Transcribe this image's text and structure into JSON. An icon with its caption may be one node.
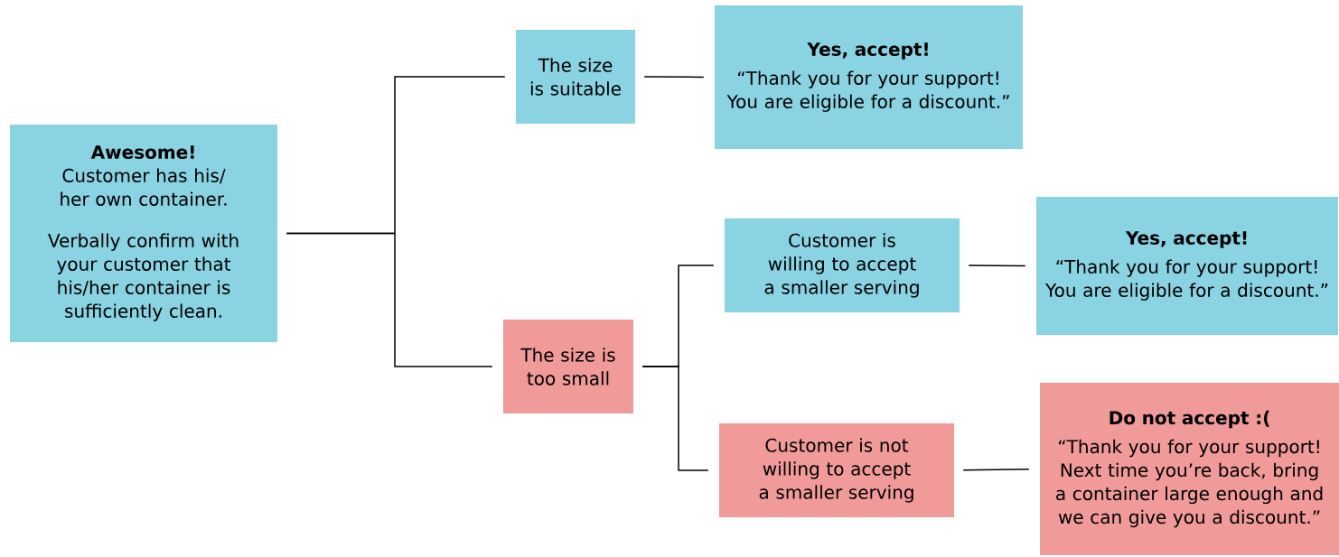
{
  "diagram": {
    "nodes": [
      {
        "text": [
          "Awesome!",
          "Customer has his/ her own container.",
          "Verbally confirm with your customer that his/her container is sufficiently clean."
        ]
      },
      {
        "text": [
          "The size is suitable"
        ]
      },
      {
        "text": [
          "Yes, accept!",
          "“Thank you for your support! You are eligible for a discount.”"
        ]
      },
      {
        "text": [
          "The size is too small"
        ]
      },
      {
        "text": [
          "Customer is willing to accept a smaller serving"
        ]
      },
      {
        "text": [
          "Yes, accept!",
          "“Thank you for your support! You are eligible for a discount.”"
        ]
      },
      {
        "text": [
          "Customer is not willing to accept a smaller serving"
        ]
      },
      {
        "text": [
          "Do not accept :(",
          "“Thank you for your support! Next time you’re back, bring a container large enough and we can give you a discount.”"
        ]
      }
    ],
    "edges": [
      {
        "from": 0,
        "to": 1,
        "arrow": "none"
      },
      {
        "from": 0,
        "to": 3,
        "arrow": "none"
      },
      {
        "from": 1,
        "to": 2,
        "arrow": "none"
      },
      {
        "from": 3,
        "to": 4,
        "arrow": "none"
      },
      {
        "from": 3,
        "to": 6,
        "arrow": "none"
      },
      {
        "from": 4,
        "to": 5,
        "arrow": "none"
      },
      {
        "from": 6,
        "to": 7,
        "arrow": "none"
      }
    ]
  }
}
